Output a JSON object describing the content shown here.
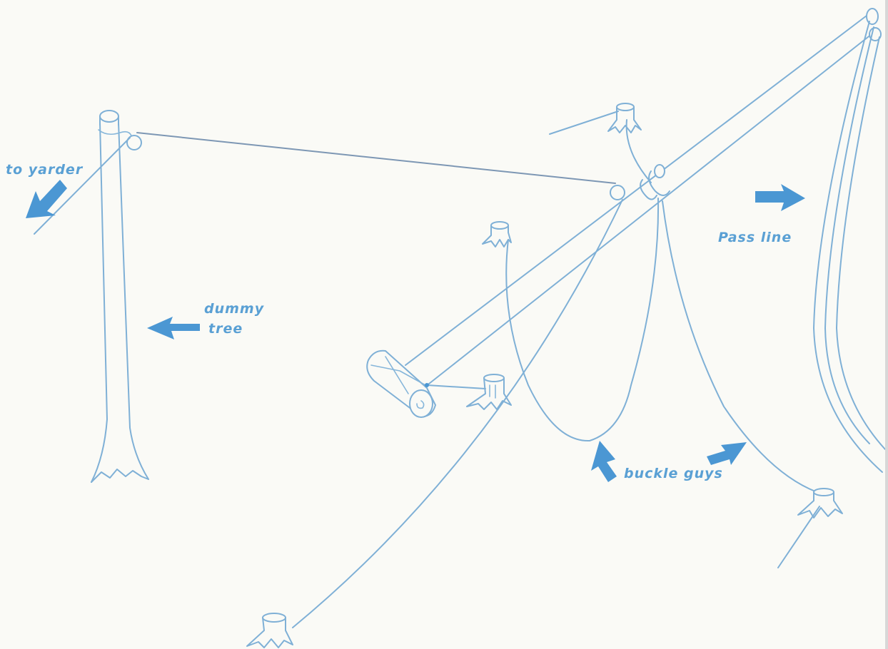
{
  "labels": {
    "to_yarder": "to yarder",
    "dummy": "dummy",
    "tree": "tree",
    "pass_line": "Pass line",
    "buckle_guys": "buckle guys"
  },
  "colors": {
    "line": "#7fb0d6",
    "arrow": "#4b97d3",
    "label": "#5aa0d4",
    "background": "#fafaf6"
  }
}
